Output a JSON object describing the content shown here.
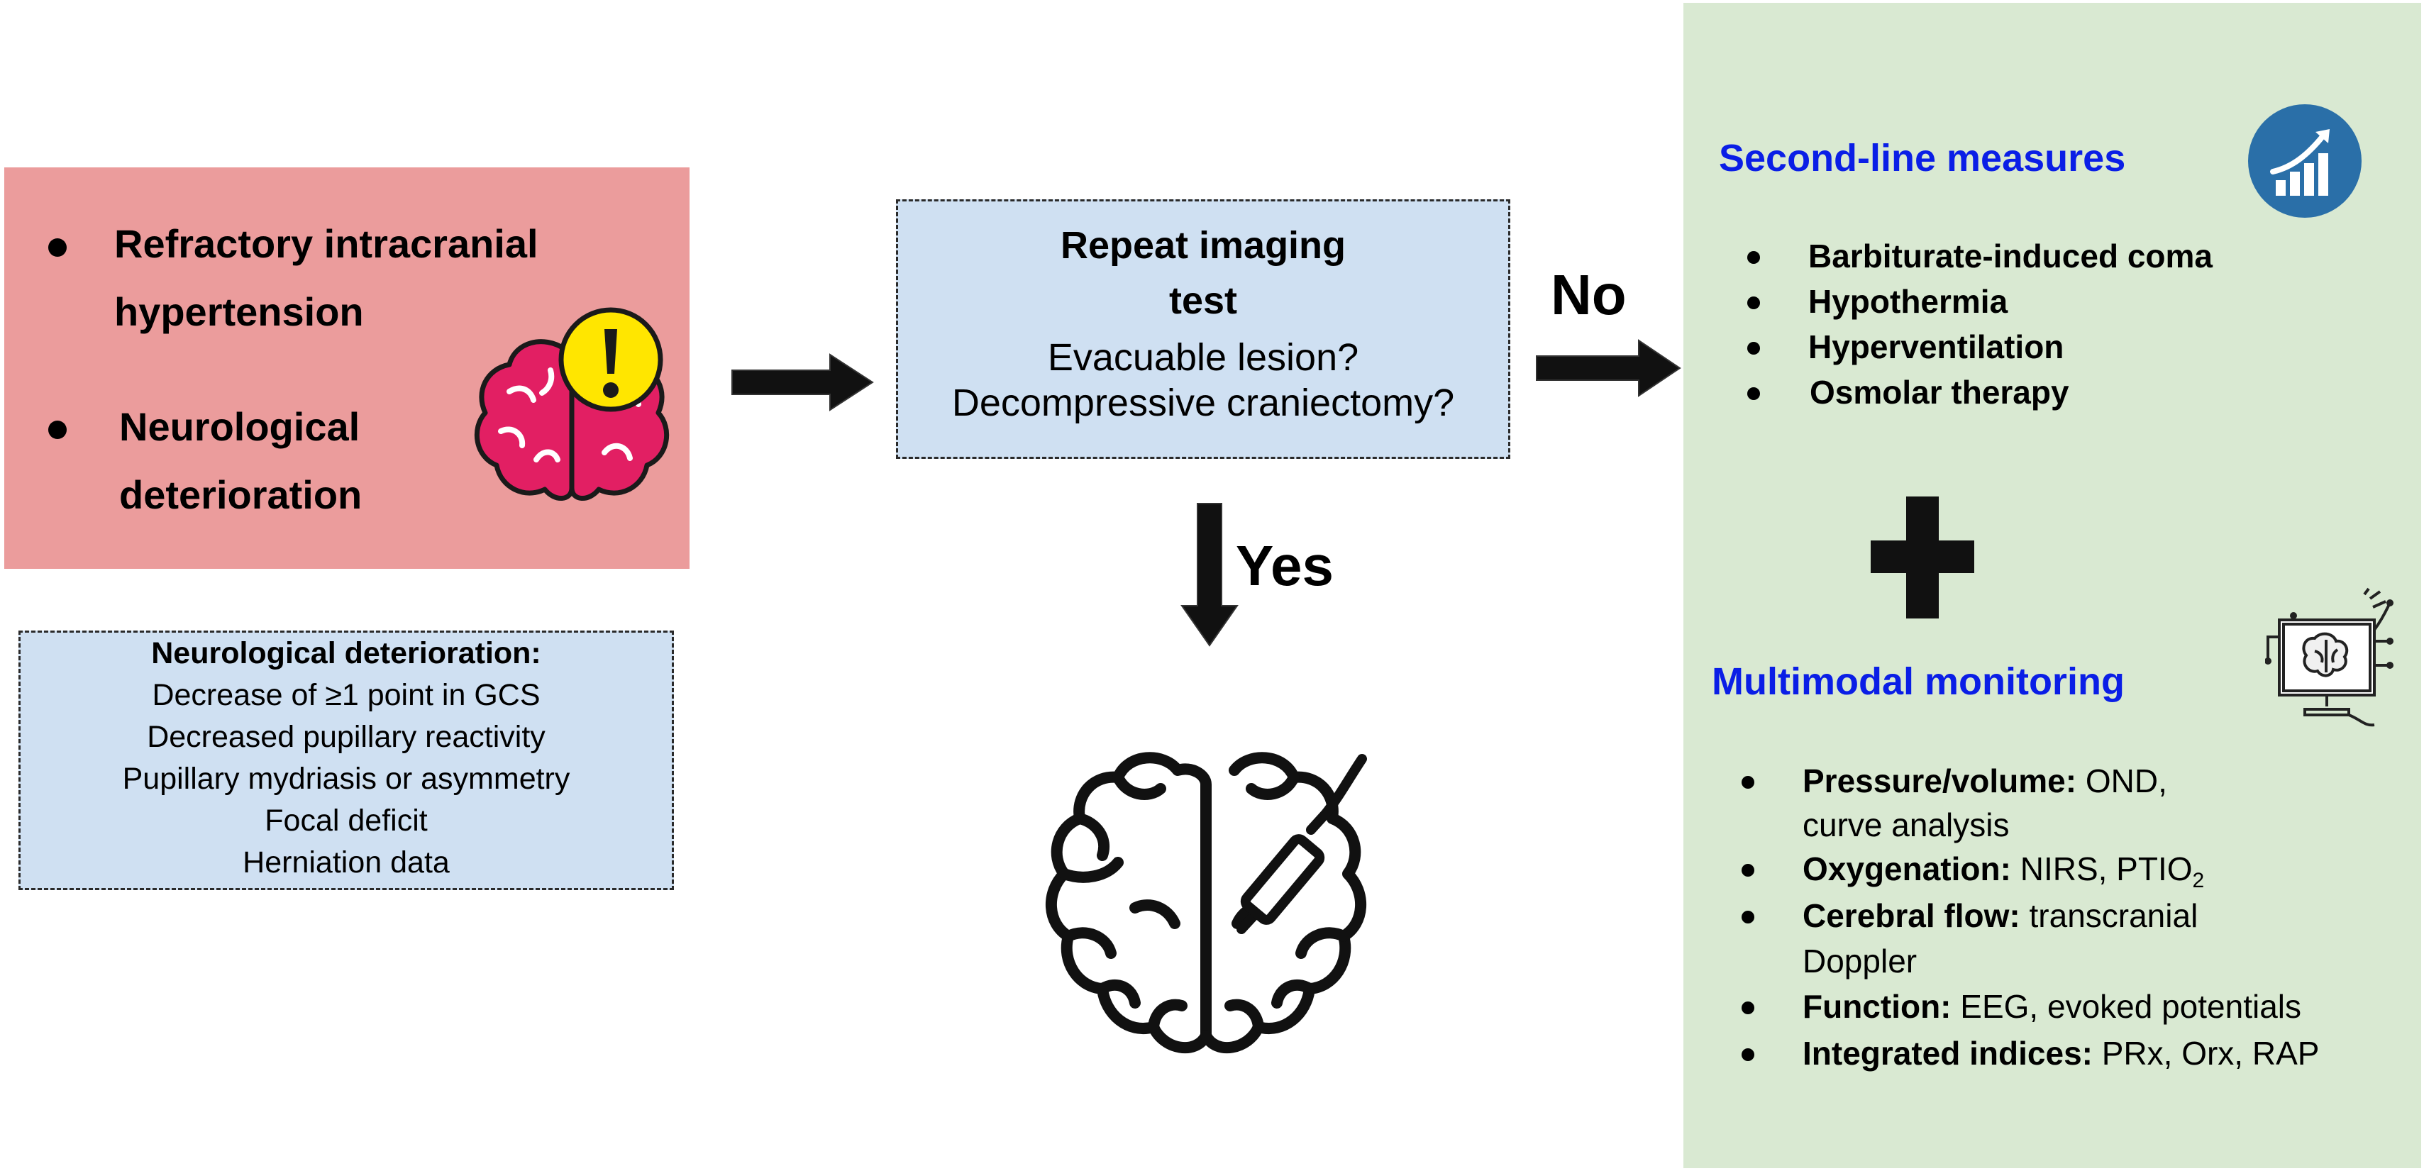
{
  "red_box": {
    "items": [
      {
        "line1": "Refractory intracranial",
        "line2": "hypertension"
      },
      {
        "line1": "Neurological",
        "line2": "deterioration"
      }
    ]
  },
  "criteria_box": {
    "heading": "Neurological deterioration:",
    "items": [
      "Decrease of ≥1 point in GCS",
      "Decreased pupillary reactivity",
      "Pupillary mydriasis or asymmetry",
      "Focal deficit",
      "Herniation data"
    ]
  },
  "center_box": {
    "title_line1": "Repeat imaging",
    "title_line2": "test",
    "question1": "Evacuable  lesion?",
    "question2": "Decompressive craniectomy?"
  },
  "labels": {
    "no": "No",
    "yes": "Yes"
  },
  "second_line": {
    "heading": "Second-line measures",
    "items": [
      "Barbiturate-induced coma",
      "Hypothermia",
      "Hyperventilation",
      "Osmolar therapy"
    ]
  },
  "monitoring": {
    "heading": "Multimodal monitoring",
    "items": [
      {
        "bold": "Pressure/volume:",
        "text": " OND,",
        "cont": "curve analysis"
      },
      {
        "bold": "Oxygenation:",
        "text": " NIRS, PTIO",
        "sub": "2"
      },
      {
        "bold": "Cerebral flow:",
        "text": " transcranial",
        "cont": "Doppler"
      },
      {
        "bold": "Function:",
        "text": " EEG, evoked potentials"
      },
      {
        "bold": "Integrated indices:",
        "text": " PRx, Orx, RAP"
      }
    ]
  },
  "icons": {
    "brain_warning": "brain-warning-icon",
    "brain_surgery": "brain-surgery-icon",
    "growth_chart": "growth-chart-icon",
    "monitor_brain": "monitor-brain-icon",
    "plus": "plus-icon",
    "arrow": "arrow-icon"
  },
  "colors": {
    "red_box": "#eb9c9c",
    "blue_box": "#cfe0f2",
    "green_panel": "#d9e9d2",
    "heading_blue": "#0a1ee6",
    "chart_circle": "#2a6fa8",
    "brain_pink": "#e21f63",
    "warning_yellow": "#ffe600"
  }
}
